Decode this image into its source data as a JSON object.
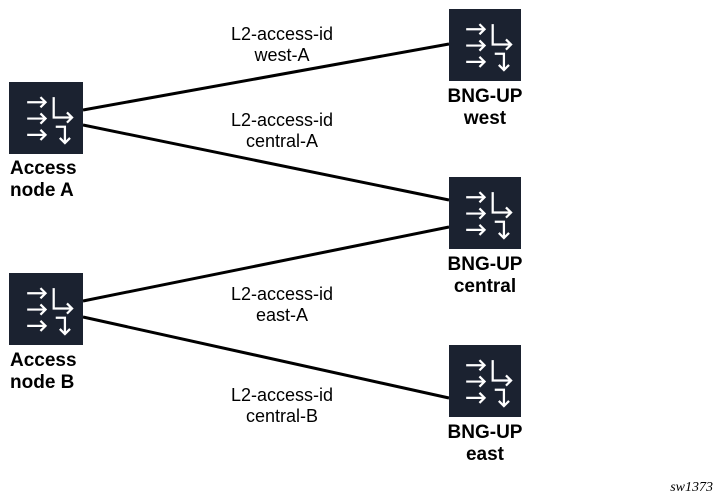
{
  "colors": {
    "device_fill": "#1b2230",
    "device_glyph": "#ffffff",
    "line": "#000000",
    "text": "#000000"
  },
  "nodes": {
    "access_a": {
      "line1": "Access",
      "line2": "node A",
      "icon": "router-icon"
    },
    "access_b": {
      "line1": "Access",
      "line2": "node B",
      "icon": "router-icon"
    },
    "bng_west": {
      "line1": "BNG-UP",
      "line2": "west",
      "icon": "router-icon"
    },
    "bng_central": {
      "line1": "BNG-UP",
      "line2": "central",
      "icon": "router-icon"
    },
    "bng_east": {
      "line1": "BNG-UP",
      "line2": "east",
      "icon": "router-icon"
    }
  },
  "links": {
    "a_west": {
      "line1": "L2-access-id",
      "line2": "west-A"
    },
    "a_central": {
      "line1": "L2-access-id",
      "line2": "central-A"
    },
    "b_central": {
      "line1": "L2-access-id",
      "line2": "east-A"
    },
    "b_east": {
      "line1": "L2-access-id",
      "line2": "central-B"
    }
  },
  "figure_id": "sw1373"
}
